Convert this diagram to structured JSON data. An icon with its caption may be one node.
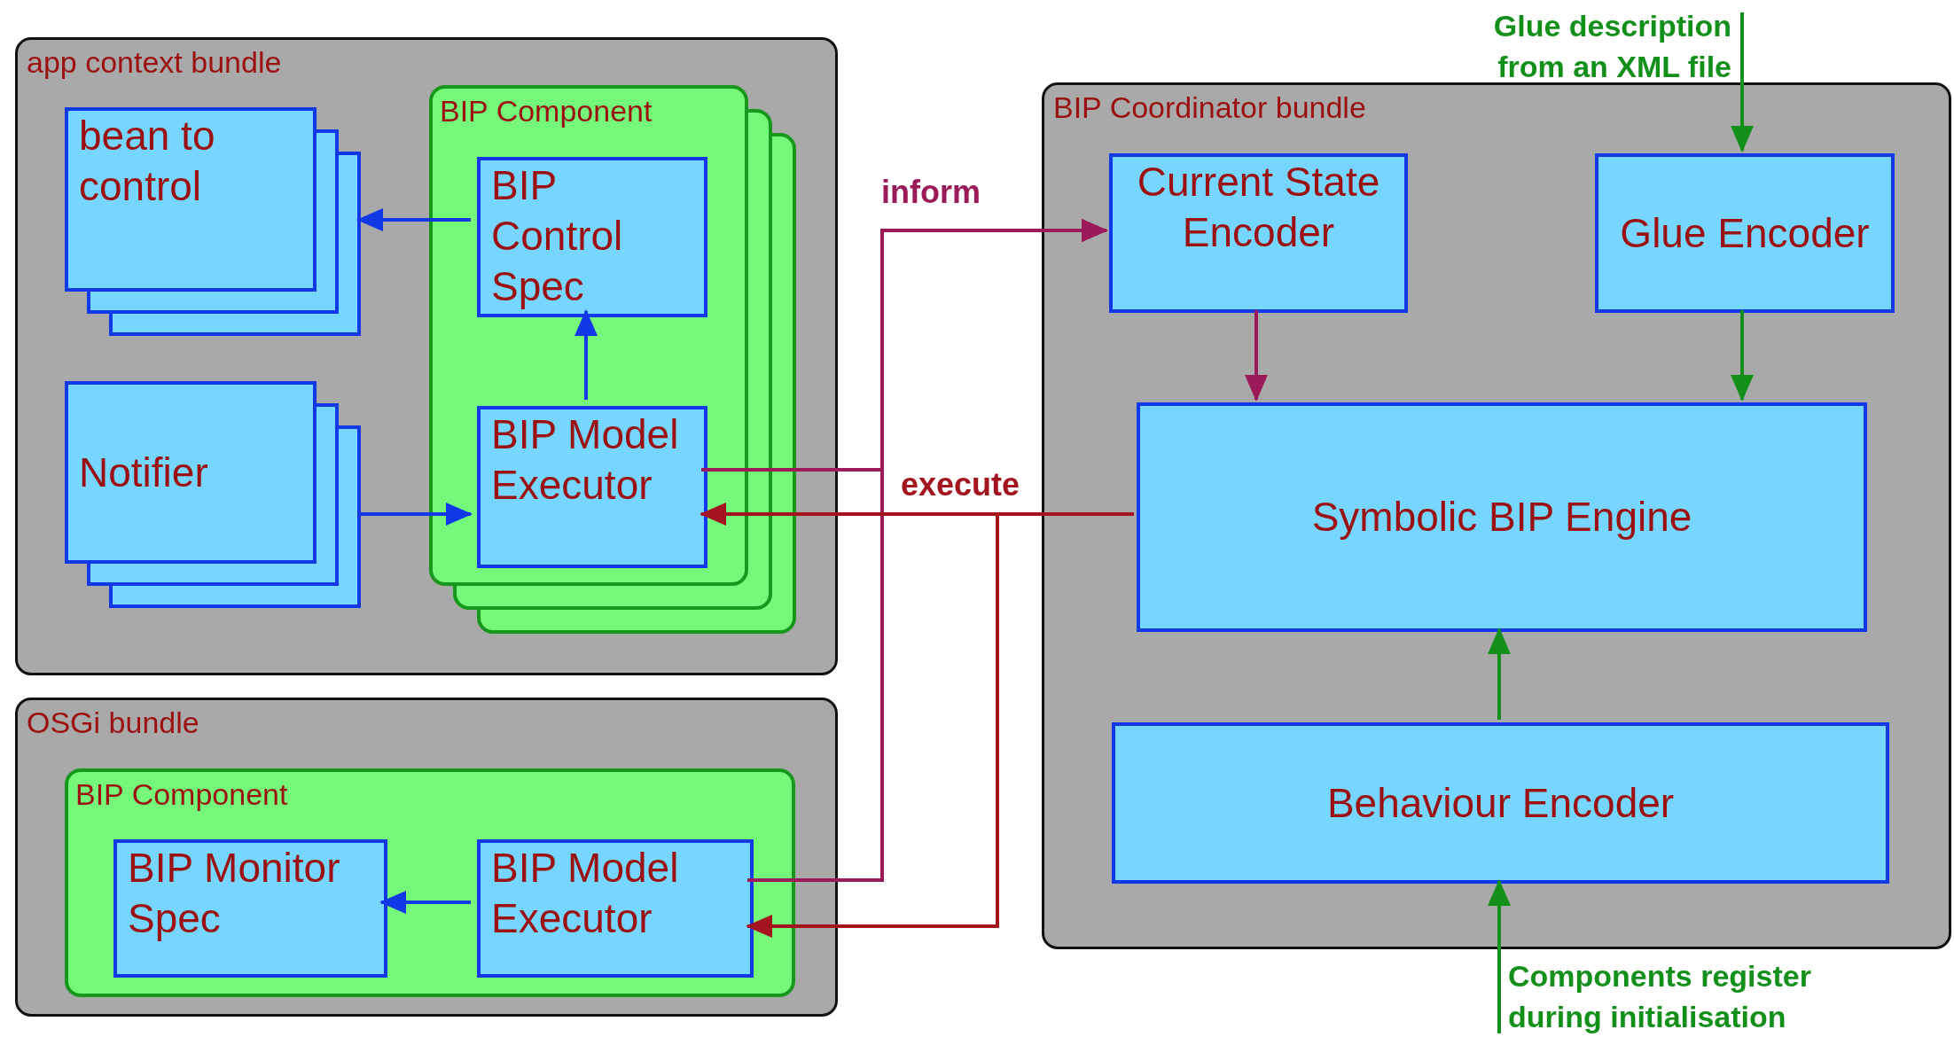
{
  "diagram": {
    "nodes": [
      {
        "text": [
          "app context bundle"
        ]
      },
      {
        "text": [
          "BIP Component"
        ],
        "in": 0
      },
      {
        "text": [
          "bean to control"
        ],
        "in": 0
      },
      {
        "text": [
          "Notifier"
        ],
        "in": 0
      },
      {
        "text": [
          "BIP Control Spec"
        ],
        "in": 1
      },
      {
        "text": [
          "BIP Model Executor"
        ],
        "in": 1
      },
      {
        "text": [
          "OSGi bundle"
        ]
      },
      {
        "text": [
          "BIP Component"
        ],
        "in": 6
      },
      {
        "text": [
          "BIP Monitor Spec"
        ],
        "in": 7
      },
      {
        "text": [
          "BIP Model Executor"
        ],
        "in": 7
      },
      {
        "text": [
          "BIP Coordinator bundle"
        ]
      },
      {
        "text": [
          "Current State Encoder"
        ],
        "in": 10
      },
      {
        "text": [
          "Glue Encoder"
        ],
        "in": 10
      },
      {
        "text": [
          "Symbolic BIP Engine"
        ],
        "in": 10
      },
      {
        "text": [
          "Behaviour Encoder"
        ],
        "in": 10
      },
      {
        "text": [
          "Glue description from an XML file"
        ]
      },
      {
        "text": [
          "Components register during initialisation"
        ]
      }
    ],
    "edges": [
      {
        "from": 4,
        "to": 2,
        "arrow": "to"
      },
      {
        "from": 3,
        "to": 5,
        "arrow": "to"
      },
      {
        "from": 5,
        "to": 4,
        "arrow": "to"
      },
      {
        "from": 5,
        "to": 11,
        "arrow": "to",
        "label": "inform",
        "color": "#9b1b5a"
      },
      {
        "from": 9,
        "to": 11,
        "arrow": "to",
        "color": "#9b1b5a"
      },
      {
        "from": 13,
        "to": 5,
        "arrow": "to",
        "label": "execute",
        "color": "#a3141e"
      },
      {
        "from": 13,
        "to": 9,
        "arrow": "to",
        "color": "#a3141e"
      },
      {
        "from": 11,
        "to": 13,
        "arrow": "to",
        "color": "#9b1b5a"
      },
      {
        "from": 12,
        "to": 13,
        "arrow": "to",
        "color": "#12901a"
      },
      {
        "from": 14,
        "to": 13,
        "arrow": "to",
        "color": "#12901a"
      },
      {
        "from": 9,
        "to": 8,
        "arrow": "to"
      },
      {
        "from": 15,
        "to": 12,
        "arrow": "to",
        "color": "#12901a"
      },
      {
        "from": 16,
        "to": 14,
        "arrow": "to",
        "color": "#12901a"
      }
    ]
  }
}
